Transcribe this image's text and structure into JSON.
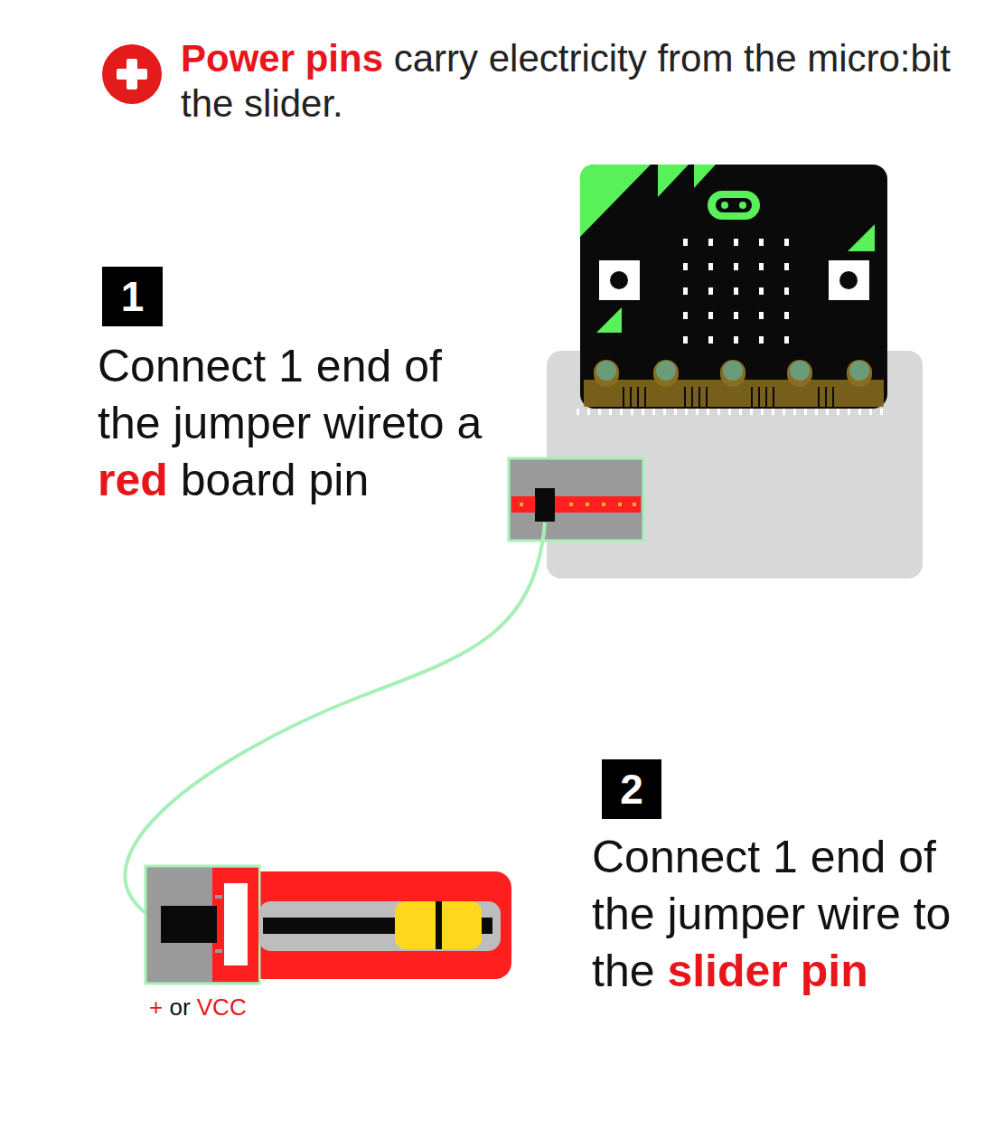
{
  "diagram": {
    "labels": [
      "Power pins",
      "carry electricity from the micro:bit the slider.",
      "1",
      "Connect 1 end of the jumper wireto a",
      "red",
      "board pin",
      "2",
      "Connect 1 end of the jumper wire to the",
      "slider pin",
      "+",
      "or",
      "VCC"
    ]
  }
}
